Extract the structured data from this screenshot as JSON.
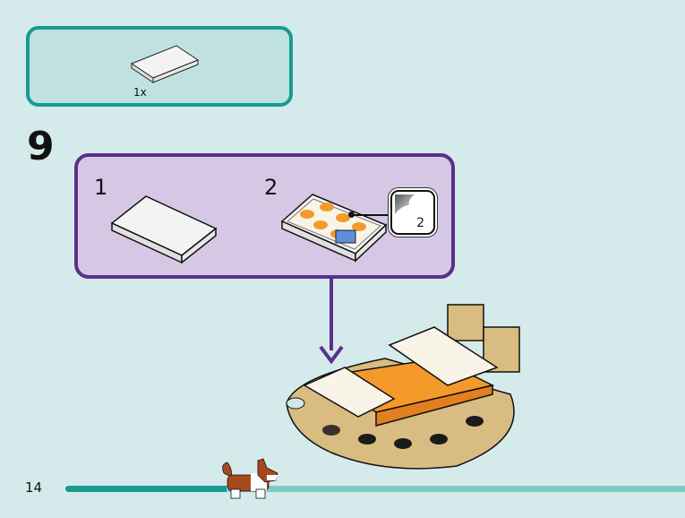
{
  "parts_list": {
    "items": [
      {
        "part": "white-tile-2x3",
        "quantity": "1x"
      }
    ]
  },
  "step": {
    "number": "9",
    "substeps": [
      {
        "label": "1",
        "part": "white-tile-2x3"
      },
      {
        "label": "2",
        "part": "printed-tile-pineapple",
        "sticker_callout": "2"
      }
    ]
  },
  "footer": {
    "page_number": "14",
    "progress_percent": 26
  },
  "colors": {
    "parts_border": "#169b91",
    "substep_border": "#5b2f8d",
    "progress_fill": "#169b91",
    "progress_track": "#7ecbc6"
  }
}
